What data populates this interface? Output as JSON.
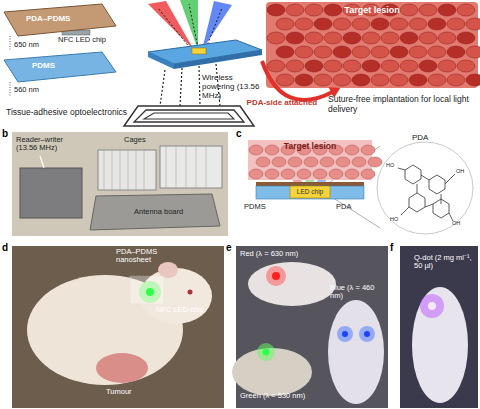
{
  "diagram": {
    "nodes": [
      {
        "text": [
          "PDA–PDMS"
        ]
      },
      {
        "text": [
          "PDMS"
        ]
      },
      {
        "text": [
          "Wireless powering (13.56 MHz)"
        ]
      },
      {
        "text": [
          "Target lesion"
        ]
      },
      {
        "text": [
          "Target lesion"
        ]
      },
      {
        "text": [
          "LED chip"
        ]
      }
    ],
    "edges": [
      {
        "from": 2,
        "to": 3,
        "label": "PDA-side attached",
        "arrow": "to"
      }
    ],
    "labels": [
      "NFC LED chip",
      "650 nm",
      "560 nm",
      "Tissue-adhesive optoelectronics",
      "Suture-free implantation for local light delivery",
      "b",
      "Reader–writer (13.56 MHz)",
      "Cages",
      "Antenna board",
      "c",
      "PDA",
      "HO",
      "OH",
      "HO",
      "OH",
      "PDMS",
      "PDA",
      "d",
      "PDA–PDMS nanosheet",
      "NFC LED chip",
      "Tumour",
      "e",
      "Red (λ = 630 nm)",
      "Green (λ = 530 nm)",
      "Blue (λ = 460 nm)",
      "f",
      "Q-dot (2 mg ml⁻¹, 50 µl)"
    ]
  }
}
